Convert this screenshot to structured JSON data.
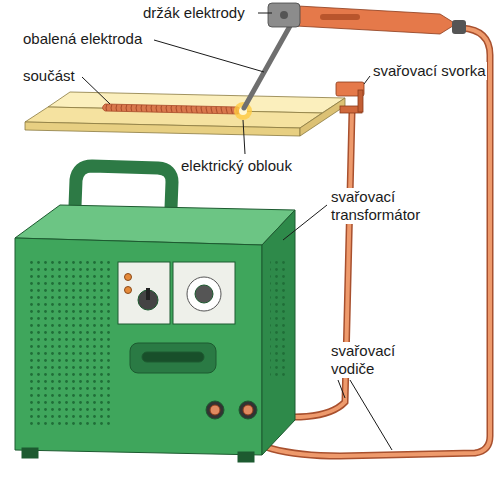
{
  "diagram": {
    "labels": [
      "držák elektrody",
      "obalená elektroda",
      "součást",
      "elektrický oblouk",
      "svařovací svorka",
      "svařovací transformátor",
      "svařovací vodiče"
    ]
  }
}
